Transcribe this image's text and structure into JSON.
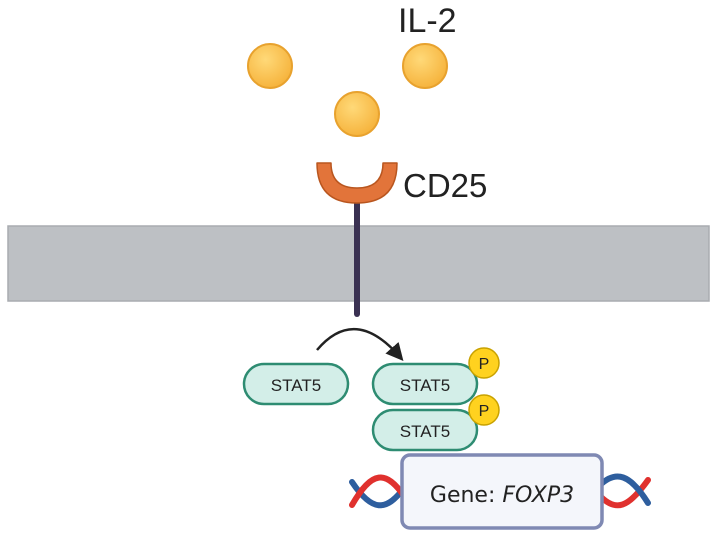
{
  "ligand": {
    "label": "IL-2",
    "color": "#FBC14E",
    "stroke": "#E8A22E"
  },
  "receptor": {
    "label": "CD25",
    "color": "#E2743A",
    "stem_color": "#3A3152"
  },
  "membrane": {
    "color": "#BDC0C4",
    "stroke": "#A9ACB0"
  },
  "stat": {
    "label": "STAT5",
    "fill": "#D3EEE8",
    "stroke": "#2E8C72"
  },
  "phospho": {
    "label": "P",
    "fill": "#FFD21F",
    "stroke": "#C9A200"
  },
  "gene": {
    "prefix": "Gene: ",
    "name": "FOXP3",
    "box_fill": "#F4F6FB",
    "box_stroke": "#7F89B3",
    "dna_colors": [
      "#E0312E",
      "#2E5E9E"
    ]
  }
}
